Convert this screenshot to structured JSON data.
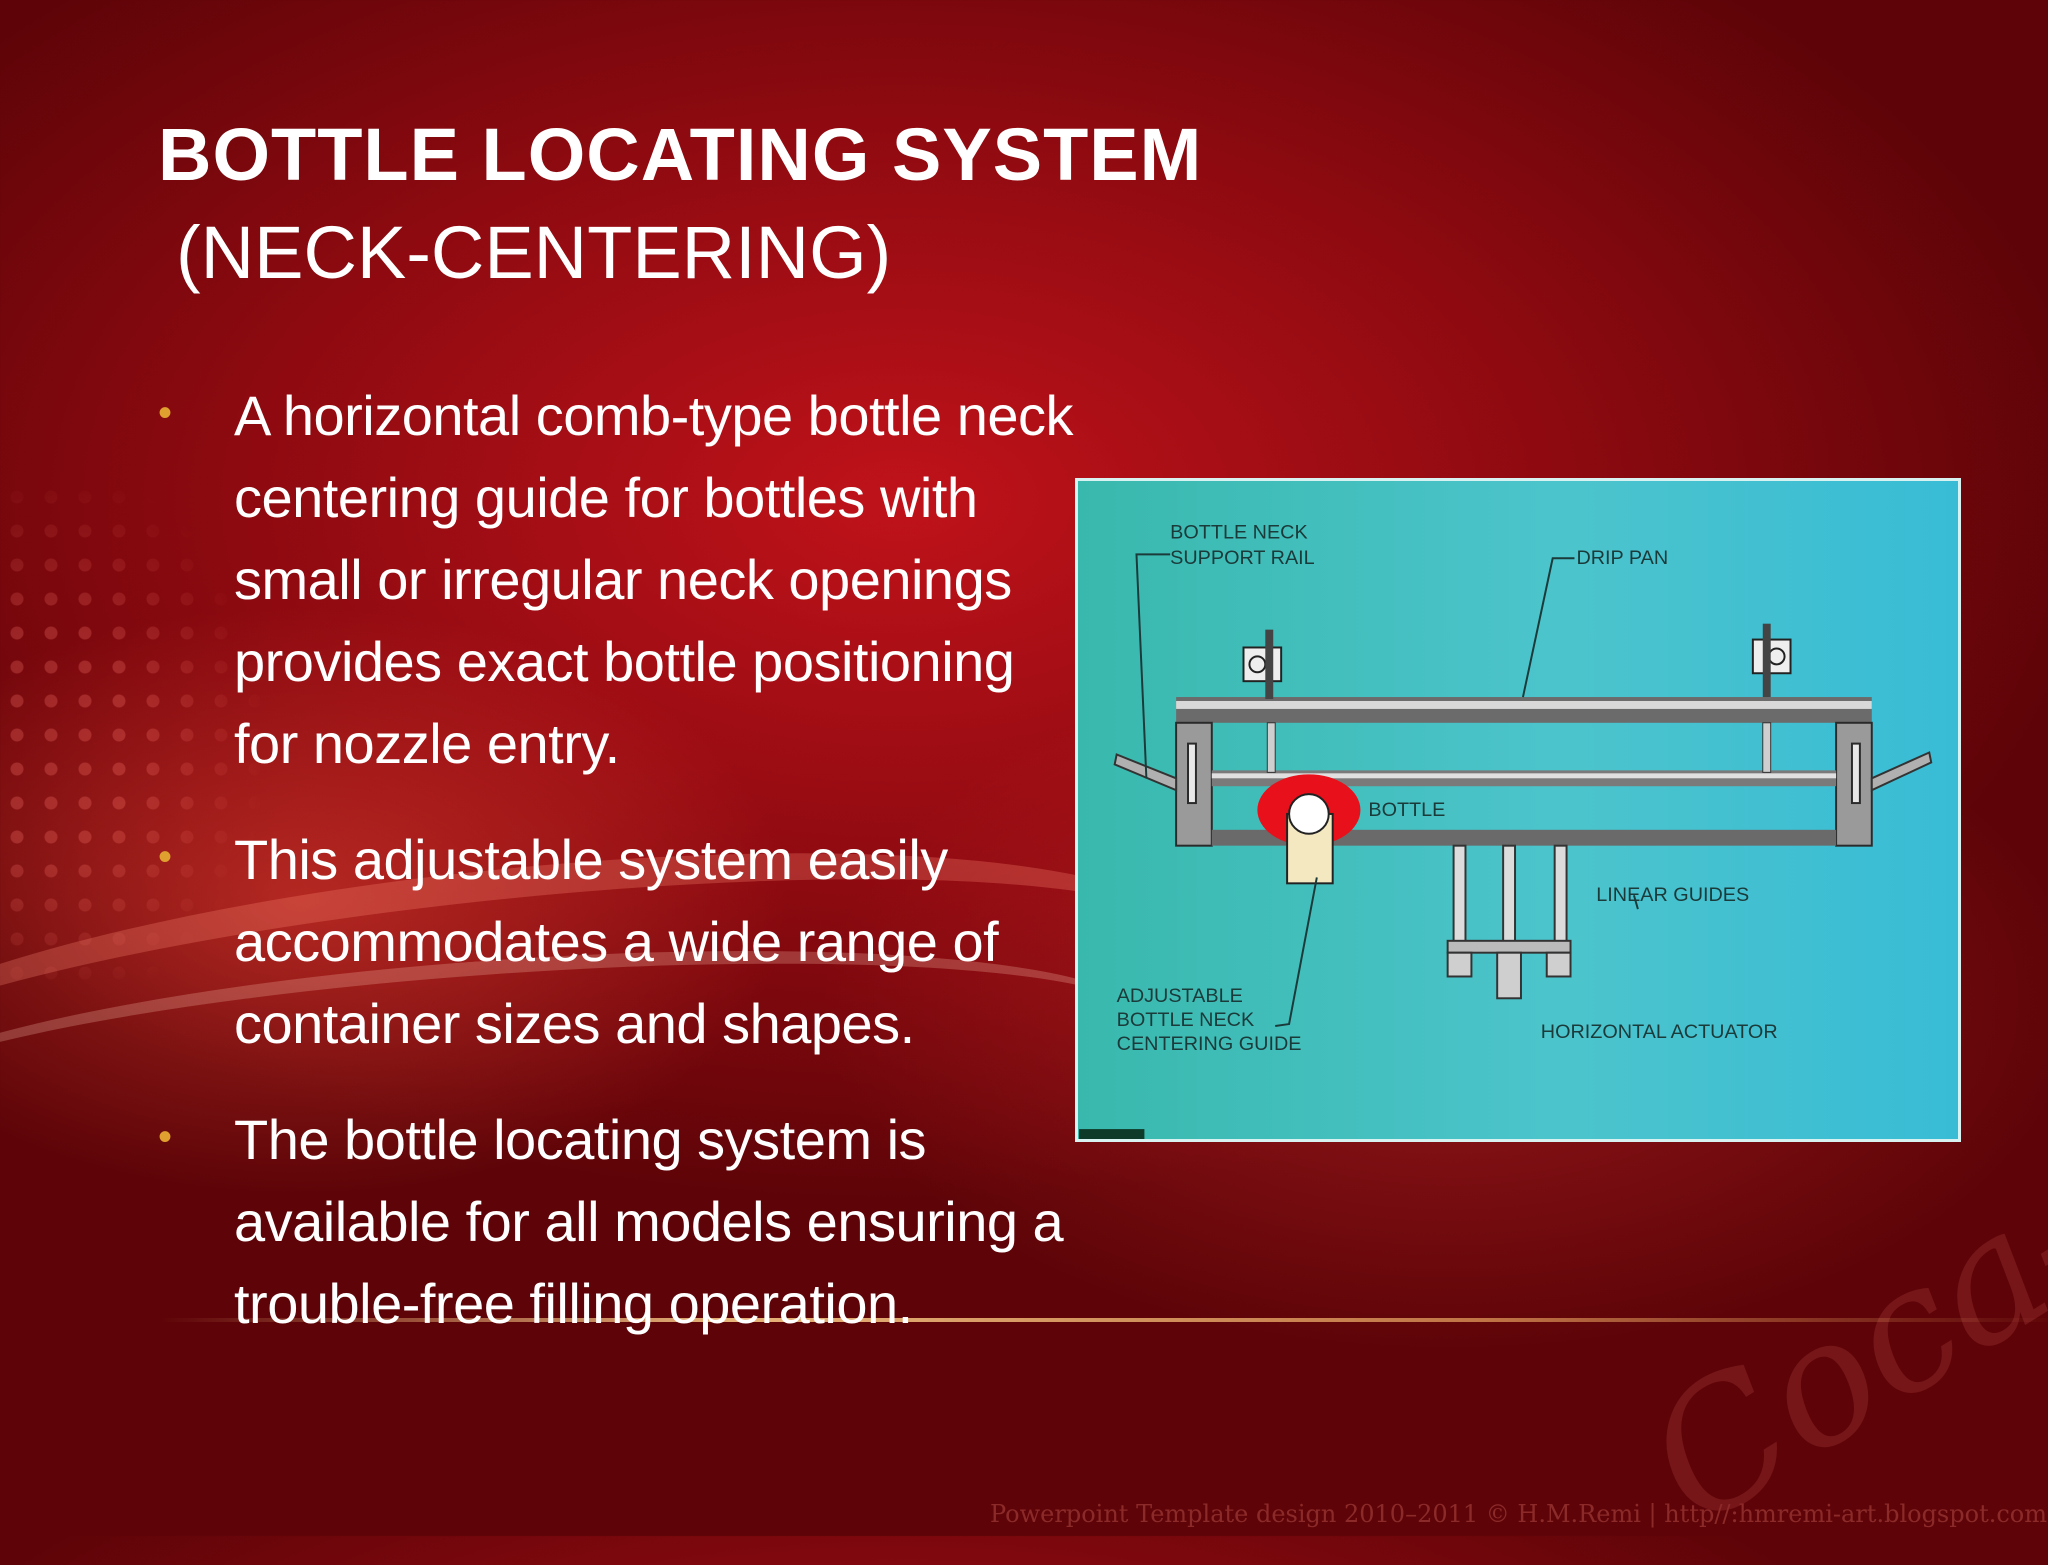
{
  "slide": {
    "title_line1": "BOTTLE LOCATING SYSTEM",
    "title_line2": "(NECK-CENTERING)",
    "bullets": [
      {
        "marker": "•",
        "text": " A horizontal comb-type bottle neck centering guide for bottles with small or irregular neck openings provides exact bottle positioning for nozzle entry."
      },
      {
        "marker": "•",
        "text": "This adjustable system easily accommodates a wide range of container sizes and shapes."
      },
      {
        "marker": "•",
        "text": " The bottle locating system is available for all models ensuring a trouble-free filling operation."
      }
    ]
  },
  "diagram": {
    "labels": {
      "support_rail_1": "BOTTLE NECK",
      "support_rail_2": "SUPPORT RAIL",
      "drip_pan": "DRIP PAN",
      "bottle": "BOTTLE",
      "linear_guides": "LINEAR GUIDES",
      "guide_1": "ADJUSTABLE",
      "guide_2": "BOTTLE NECK",
      "guide_3": "CENTERING GUIDE",
      "actuator": "HORIZONTAL ACTUATOR"
    }
  },
  "watermark": "Coca-Cola",
  "footer": "Powerpoint Template design 2010–2011 © H.M.Remi | http//:hmremi-art.blogspot.com",
  "colors": {
    "background": "#a00d14",
    "bullet_marker": "#e0a030",
    "text": "#ffffff",
    "figure_bg": "#44c0c4"
  }
}
